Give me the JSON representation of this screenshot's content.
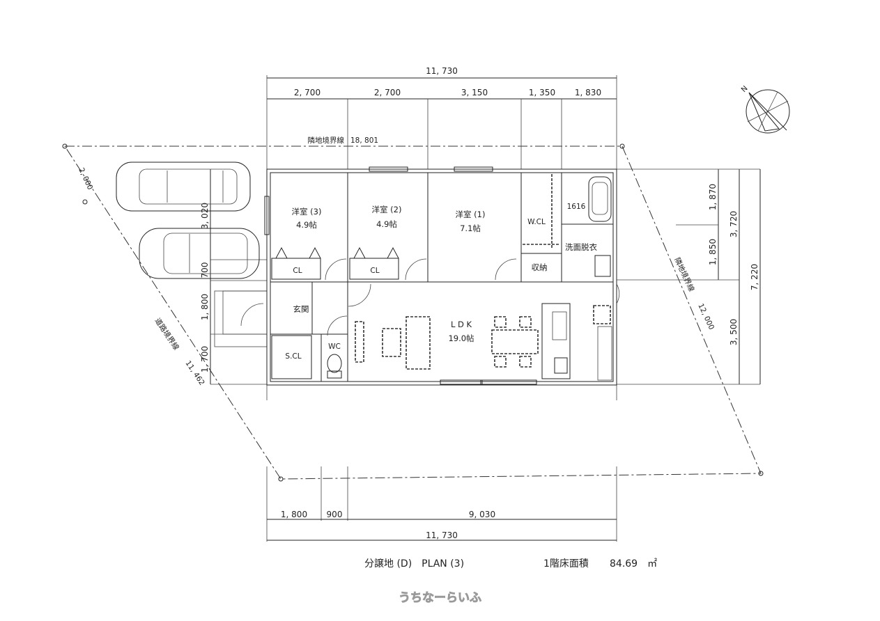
{
  "dimensions": {
    "top_total": "11, 730",
    "top_segments": [
      "2, 700",
      "2, 700",
      "3, 150",
      "1, 350",
      "1, 830"
    ],
    "bottom_segments": [
      "1, 800",
      "900",
      "9, 030"
    ],
    "bottom_total": "11, 730",
    "right_inner": [
      "1, 870",
      "1, 850"
    ],
    "right_mid": [
      "3, 720",
      "3, 500"
    ],
    "right_total": "7, 220",
    "left": [
      "3, 020",
      "700",
      "1, 800",
      "1, 700"
    ]
  },
  "boundaries": {
    "top_label": "隣地境界線",
    "top_length": "18, 801",
    "right_label": "隣地境界線",
    "right_length": "12, 000",
    "left_short": "2, 000",
    "road_label": "道路境界線",
    "road_length": "11, 462"
  },
  "rooms": {
    "room3_name": "洋室 (3)",
    "room3_size": "4.9帖",
    "room2_name": "洋室 (2)",
    "room2_size": "4.9帖",
    "room1_name": "洋室 (1)",
    "room1_size": "7.1帖",
    "cl": "CL",
    "wcl": "W.CL",
    "bath": "1616",
    "washroom": "洗面脱衣",
    "storage": "収納",
    "entrance": "玄関",
    "scl": "S.CL",
    "wc": "WC",
    "ldk_name": "L D K",
    "ldk_size": "19.0帖"
  },
  "compass": {
    "label": "N"
  },
  "footer": {
    "plan_title": "分譲地 (D)　PLAN (3)",
    "floor_area_label": "1階床面積",
    "floor_area_value": "84.69　㎡",
    "watermark": "うちなーらいふ"
  }
}
